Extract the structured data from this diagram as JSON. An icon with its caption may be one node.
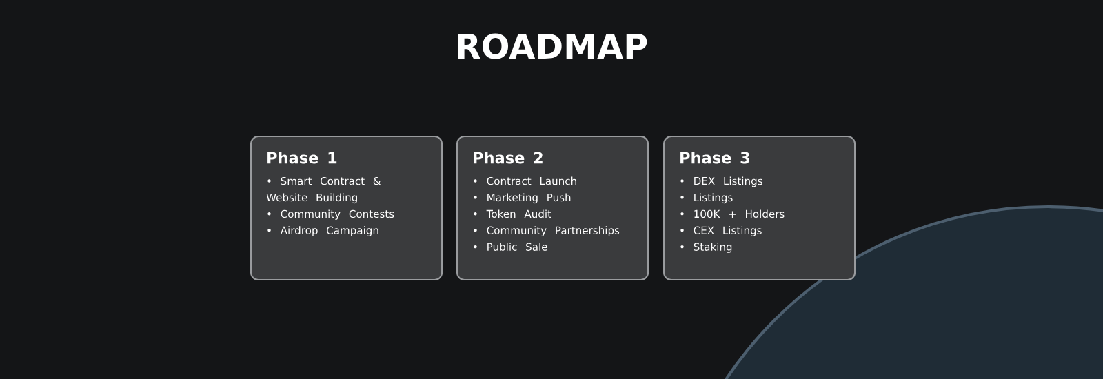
{
  "diagram": {
    "title": "ROADMAP",
    "nodes": [
      {
        "text": [
          "Phase 1",
          "• Smart Contract & Website Building",
          "• Community Contests",
          "• Airdrop Campaign"
        ]
      },
      {
        "text": [
          "Phase 2",
          "• Contract Launch",
          "• Marketing Push",
          "• Token Audit",
          "• Community Partnerships",
          "• Public Sale"
        ]
      },
      {
        "text": [
          "Phase 3",
          "• DEX Listings",
          "• Listings",
          "• 100K + Holders",
          "• CEX Listings",
          "• Staking"
        ]
      }
    ]
  }
}
